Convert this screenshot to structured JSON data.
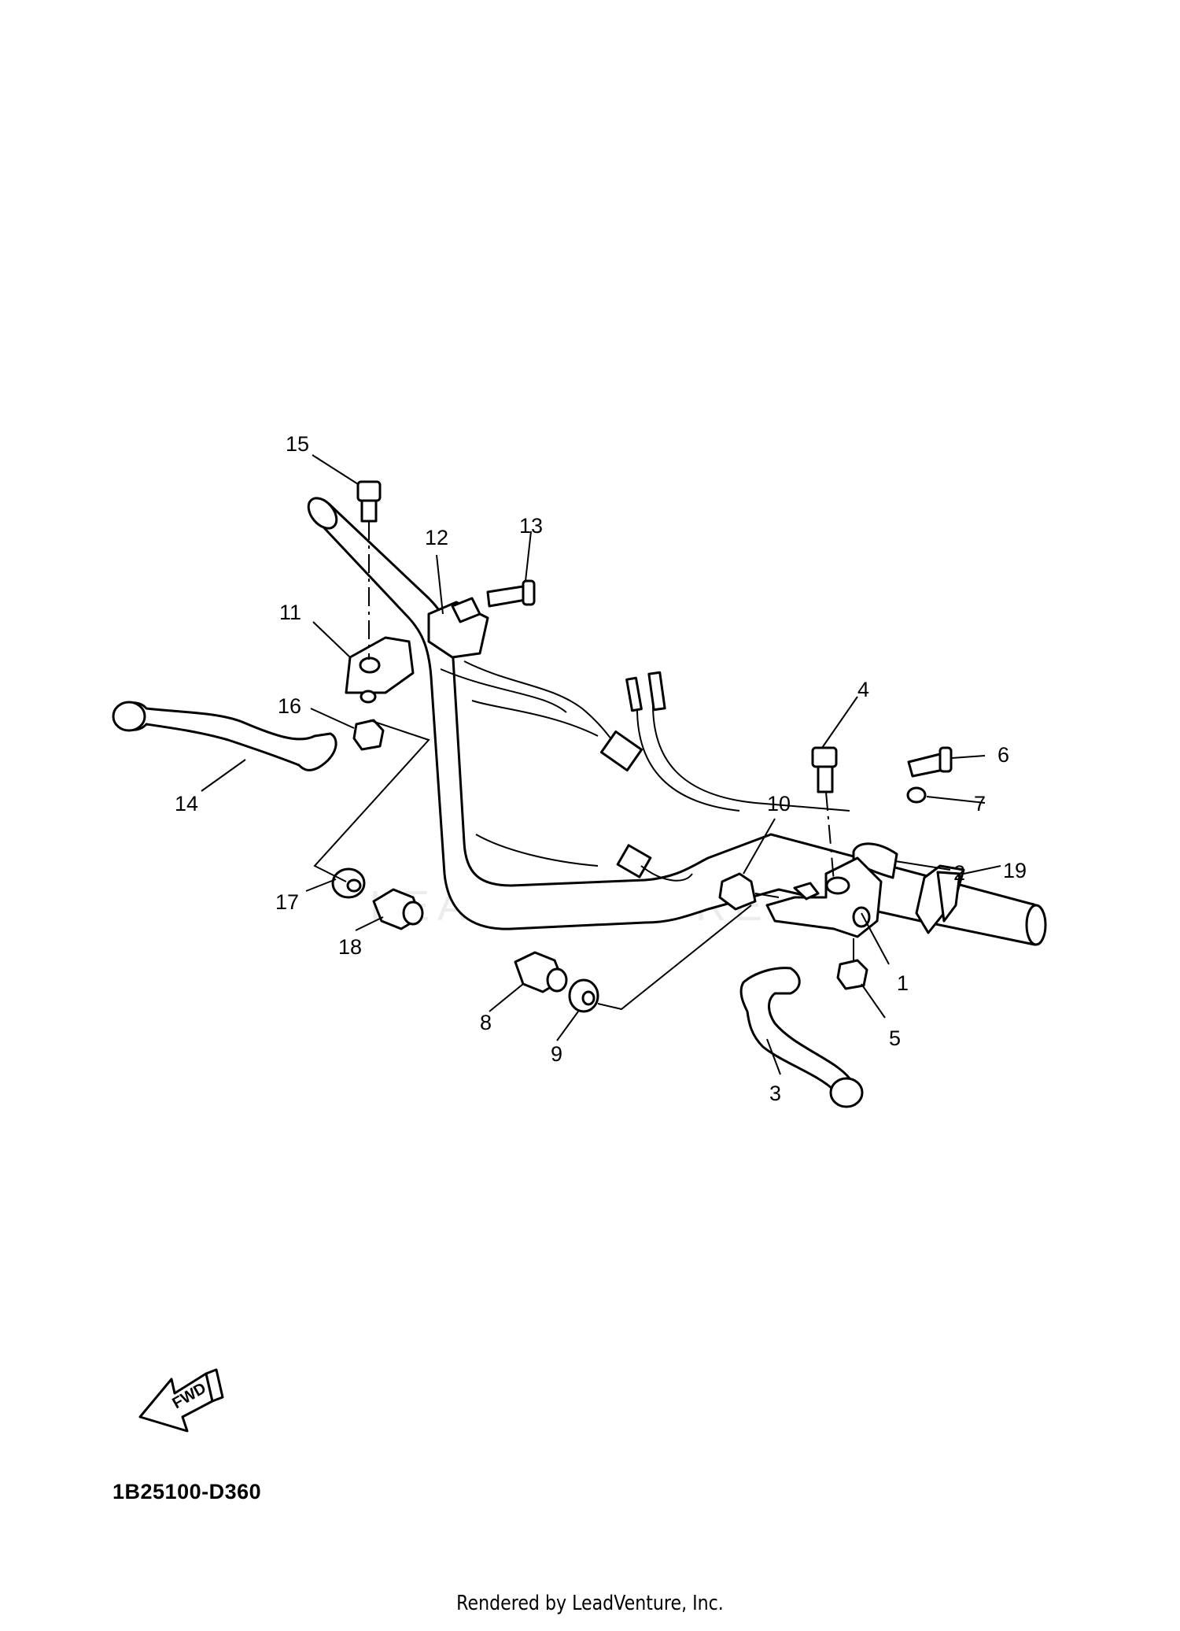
{
  "diagram_code": "1B25100-D360",
  "footer": "Rendered by LeadVenture, Inc.",
  "watermark": "LEADVENTURE",
  "fwd_label": "FWD",
  "callouts": [
    "1",
    "2",
    "3",
    "4",
    "5",
    "6",
    "7",
    "8",
    "9",
    "10",
    "11",
    "12",
    "13",
    "14",
    "15",
    "16",
    "17",
    "18",
    "19"
  ]
}
